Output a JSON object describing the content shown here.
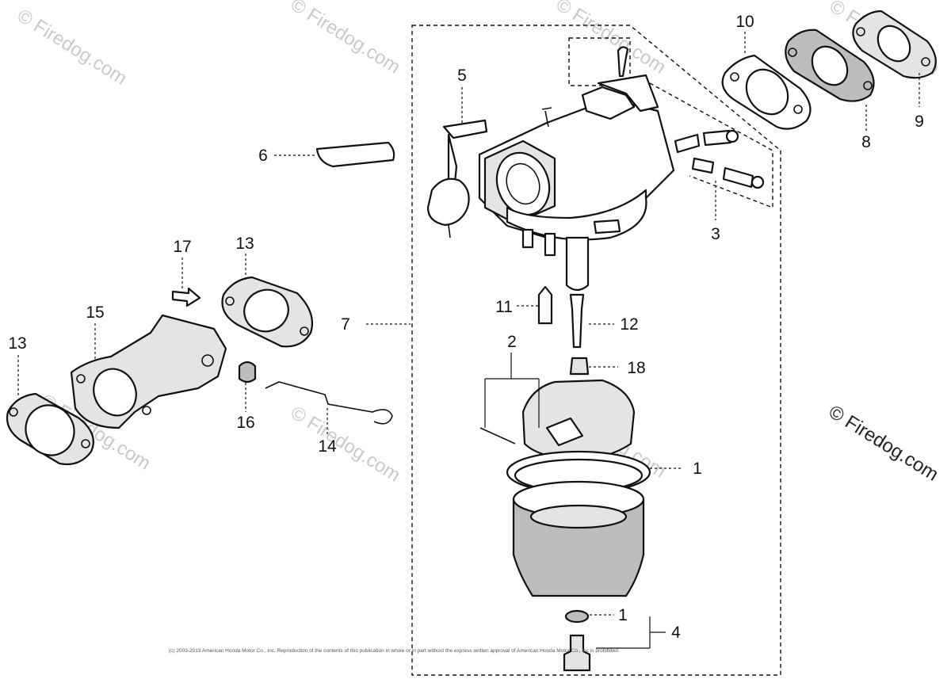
{
  "diagram": {
    "callouts": [
      {
        "id": "c1a",
        "text": "1"
      },
      {
        "id": "c1b",
        "text": "1"
      },
      {
        "id": "c2",
        "text": "2"
      },
      {
        "id": "c3",
        "text": "3"
      },
      {
        "id": "c4",
        "text": "4"
      },
      {
        "id": "c5",
        "text": "5"
      },
      {
        "id": "c6",
        "text": "6"
      },
      {
        "id": "c7",
        "text": "7"
      },
      {
        "id": "c8",
        "text": "8"
      },
      {
        "id": "c9",
        "text": "9"
      },
      {
        "id": "c10",
        "text": "10"
      },
      {
        "id": "c11",
        "text": "11"
      },
      {
        "id": "c12",
        "text": "12"
      },
      {
        "id": "c13a",
        "text": "13"
      },
      {
        "id": "c13b",
        "text": "13"
      },
      {
        "id": "c14",
        "text": "14"
      },
      {
        "id": "c15",
        "text": "15"
      },
      {
        "id": "c16",
        "text": "16"
      },
      {
        "id": "c17",
        "text": "17"
      },
      {
        "id": "c18",
        "text": "18"
      }
    ],
    "watermark": "© Firedog.com",
    "copyright": "(c) 2003-2013 American Honda Motor Co., Inc. Reproduction of the contents of this publication in whole or in part without the express written approval of American Honda Motor Co., Inc is prohibited."
  }
}
